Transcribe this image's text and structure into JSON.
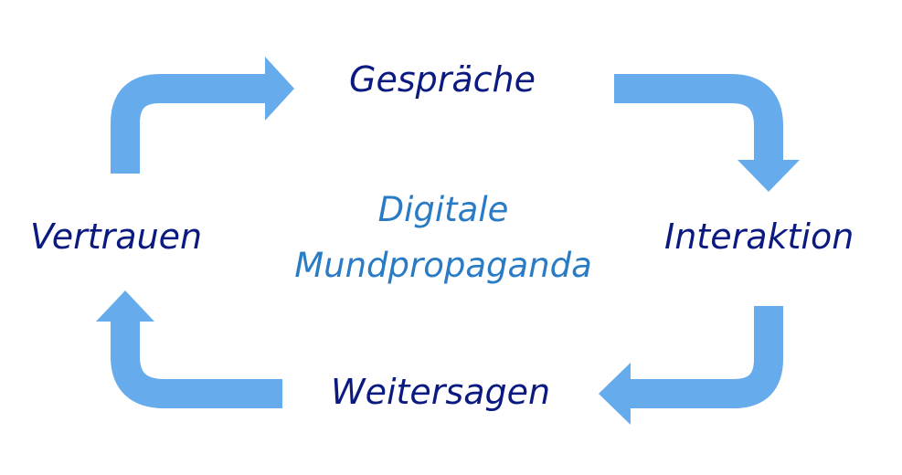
{
  "center": {
    "line1": "Digitale",
    "line2": "Mundpropaganda"
  },
  "nodes": {
    "top": "Gespräche",
    "right": "Interaktion",
    "bottom": "Weitersagen",
    "left": "Vertrauen"
  },
  "colors": {
    "arrow": "#66abeb",
    "node_text": "#0b1a80",
    "center_text": "#2a7bc5"
  }
}
